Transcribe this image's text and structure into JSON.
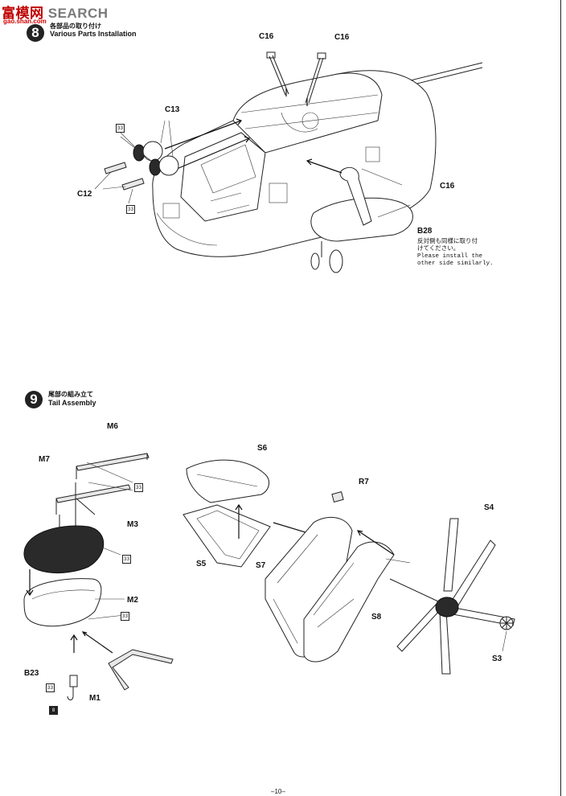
{
  "watermark": {
    "logo": "富模网",
    "search": "SEARCH",
    "url": "gao.shan.com"
  },
  "step8": {
    "number": "8",
    "title_jp": "各部品の取り付け",
    "title_en": "Various Parts Installation",
    "parts": {
      "c16_a": "C16",
      "c16_b": "C16",
      "c16_c": "C16",
      "c13": "C13",
      "c12": "C12",
      "b28": "B28",
      "paint_a": "33",
      "paint_b": "33"
    },
    "note_jp_1": "反対側も同様に取り付",
    "note_jp_2": "けてください。",
    "note_en_1": "Please install the",
    "note_en_2": "other side similarly."
  },
  "step9": {
    "number": "9",
    "title_jp": "尾部の組み立て",
    "title_en": "Tail Assembly",
    "parts": {
      "m6": "M6",
      "m7": "M7",
      "m3": "M3",
      "m2": "M2",
      "m1": "M1",
      "b23": "B23",
      "s6": "S6",
      "s5": "S5",
      "s7": "S7",
      "s8": "S8",
      "r7": "R7",
      "s4": "S4",
      "s3": "S3",
      "paint_m6": "33",
      "paint_m3": "33",
      "paint_m2": "33",
      "paint_b23": "33",
      "paint_hook": "8"
    }
  },
  "footer": {
    "page": "–10–"
  }
}
